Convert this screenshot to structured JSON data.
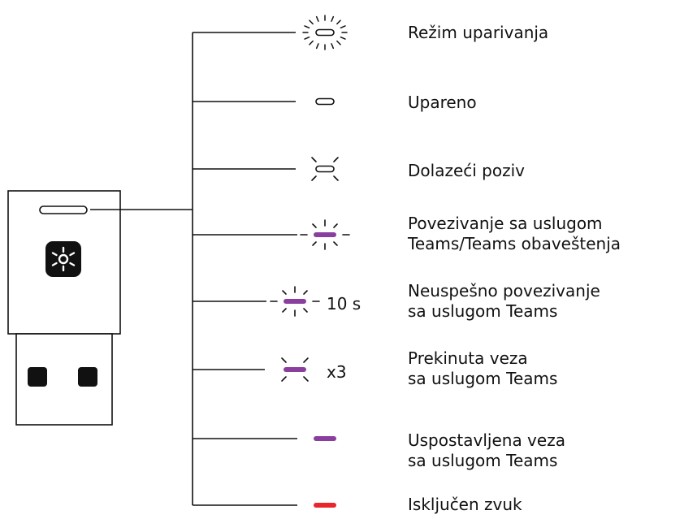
{
  "colors": {
    "white": "#ffffff",
    "purple": "#8a3f9e",
    "red": "#e8262c",
    "ink": "#111111"
  },
  "indicators": [
    {
      "id": "pairing-mode",
      "led_color": "white",
      "pattern": "blink-fast",
      "lines": [
        "Režim uparivanja"
      ]
    },
    {
      "id": "paired",
      "led_color": "white",
      "pattern": "steady",
      "lines": [
        "Upareno"
      ]
    },
    {
      "id": "incoming-call",
      "led_color": "white",
      "pattern": "blink",
      "lines": [
        "Dolazeći poziv"
      ]
    },
    {
      "id": "connecting-teams",
      "led_color": "purple",
      "pattern": "blink",
      "lines": [
        "Povezivanje sa uslugom",
        "Teams/Teams obaveštenja"
      ]
    },
    {
      "id": "teams-failed",
      "led_color": "purple",
      "pattern": "blink",
      "suffix": "10 s",
      "lines": [
        "Neuspešno povezivanje",
        "sa uslugom Teams"
      ]
    },
    {
      "id": "teams-disconnected",
      "led_color": "purple",
      "pattern": "blink",
      "suffix": "x3",
      "lines": [
        "Prekinuta veza",
        "sa uslugom Teams"
      ]
    },
    {
      "id": "teams-connected",
      "led_color": "purple",
      "pattern": "steady",
      "lines": [
        "Uspostavljena veza",
        "sa uslugom Teams"
      ]
    },
    {
      "id": "muted",
      "led_color": "red",
      "pattern": "steady",
      "lines": [
        "Isključen zvuk"
      ]
    }
  ]
}
